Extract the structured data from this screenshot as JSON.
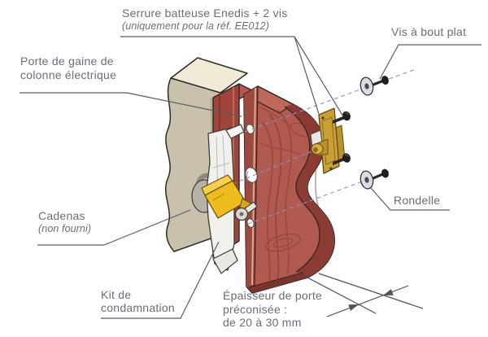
{
  "diagram": {
    "labels": {
      "serrure": {
        "title": "Serrure batteuse Enedis + 2 vis",
        "note": "(uniquement pour la réf. EE012)"
      },
      "vis_bout_plat": "Vis à bout plat",
      "porte_gaine": {
        "line1": "Porte de gaine de",
        "line2": "colonne électrique"
      },
      "cadenas": {
        "title": "Cadenas",
        "note": "(non fourni)"
      },
      "kit_condamnation": {
        "line1": "Kit de",
        "line2": "condamnation"
      },
      "rondelle": "Rondelle",
      "epaisseur": {
        "line1": "Épaisseur de porte",
        "line2": "préconisée :",
        "line3": "de 20 à 30 mm"
      }
    },
    "colors": {
      "label_text": "#6a6e75",
      "leader_line": "#585d63",
      "door_wood": "#b05a50",
      "door_wood_dark": "#81352d",
      "door_edge_shade": "#8a3c34",
      "wall_front": "#cac1ad",
      "wall_top": "#f1ead7",
      "frame_red": "#a04338",
      "brass_plate": "#c9a035",
      "kit_yellow": "#eebc1e",
      "latch_white": "#f0f0ec",
      "axis_dash": "#8f8fc8",
      "washer_gray": "#dcdce2"
    }
  }
}
